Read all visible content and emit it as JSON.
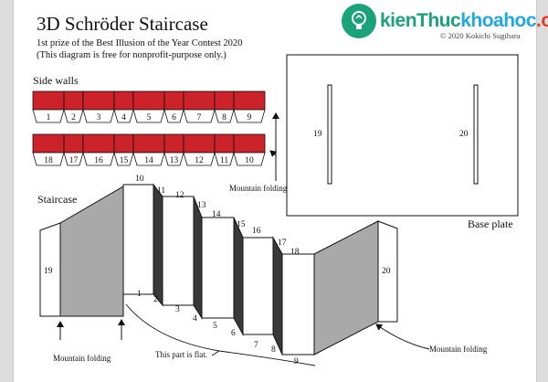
{
  "header": {
    "title": "3D Schröder Staircase",
    "subtitle_1": "1st prize of the Best Illusion of the Year Contest 2020",
    "subtitle_2": "(This diagram is free for nonprofit-purpose only.)"
  },
  "copyright": "© 2020 Kokichi Sugihara",
  "watermark": {
    "part_1": "kienThuc",
    "part_2": "khoahoc",
    "part_3": ".org"
  },
  "side_walls": {
    "label": "Side walls",
    "row_top_numbers": [
      "1",
      "2",
      "3",
      "4",
      "5",
      "6",
      "7",
      "8",
      "9"
    ],
    "row_bottom_numbers": [
      "18",
      "17",
      "16",
      "15",
      "14",
      "13",
      "12",
      "11",
      "10"
    ],
    "fill_color": "#cc2229",
    "fold_label": "Mountain folding"
  },
  "base_plate": {
    "label": "Base plate",
    "left_number": "19",
    "right_number": "20"
  },
  "staircase": {
    "label": "Staircase",
    "panel_left_number": "19",
    "panel_right_number": "20",
    "step_top_numbers": [
      "10",
      "11",
      "12",
      "13",
      "14",
      "15",
      "16",
      "17",
      "18"
    ],
    "step_bottom_numbers": [
      "1",
      "2",
      "3",
      "4",
      "5",
      "6",
      "7",
      "8",
      "9"
    ],
    "mountain_left": "Mountain folding",
    "mountain_right": "Mountain folding",
    "flat_note": "This part is flat.",
    "gray_color": "#a9a9a9"
  }
}
